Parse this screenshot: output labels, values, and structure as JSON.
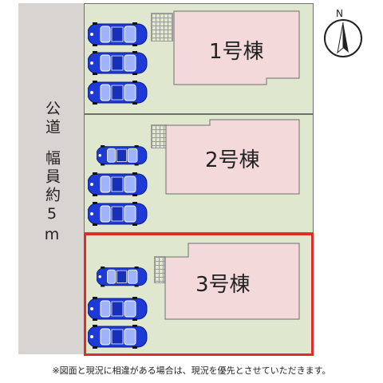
{
  "road": {
    "label_lines": [
      "公",
      "道",
      "",
      "幅",
      "員",
      "約",
      "5",
      "m"
    ]
  },
  "lots": [
    {
      "id": "lot-1",
      "label": "1号棟",
      "selected": false
    },
    {
      "id": "lot-2",
      "label": "2号棟",
      "selected": false
    },
    {
      "id": "lot-3",
      "label": "3号棟",
      "selected": true
    }
  ],
  "compass": {
    "label": "N"
  },
  "footer": {
    "note": "※図面と現況に相違がある場合は、現況を優先とさせていただきます。"
  },
  "colors": {
    "lot_fill": "#dfe8cf",
    "building_fill": "#f3d9d9",
    "road": "#d8d4d2",
    "car": "#1d39d6",
    "highlight": "#e02b2b"
  }
}
